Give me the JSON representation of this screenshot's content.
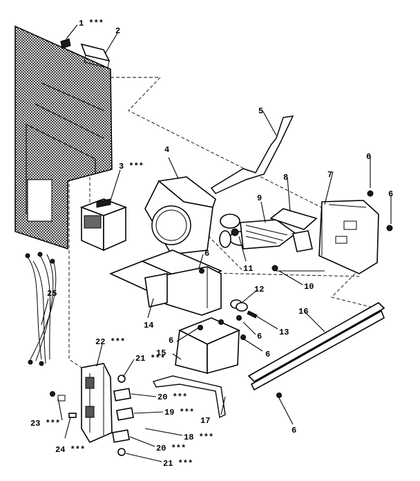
{
  "labels": {
    "p1": "1 ***",
    "p2": "2",
    "p3": "3 ***",
    "p4": "4",
    "p5": "5",
    "p6a": "6",
    "p6b": "6",
    "p6c": "6",
    "p6d": "6",
    "p6e": "6",
    "p6f": "6",
    "p6g": "6",
    "p7": "7",
    "p8": "8",
    "p9": "9",
    "p10": "10",
    "p11": "11",
    "p12": "12",
    "p13": "13",
    "p14": "14",
    "p15": "15",
    "p16": "16",
    "p17": "17",
    "p18": "18 ***",
    "p19": "19 ***",
    "p20a": "20 ***",
    "p20b": "20 ***",
    "p21a": "21 ***",
    "p21b": "21 ***",
    "p22": "22 ***",
    "p23": "23 ***",
    "p24": "24 ***",
    "p25": "25"
  }
}
